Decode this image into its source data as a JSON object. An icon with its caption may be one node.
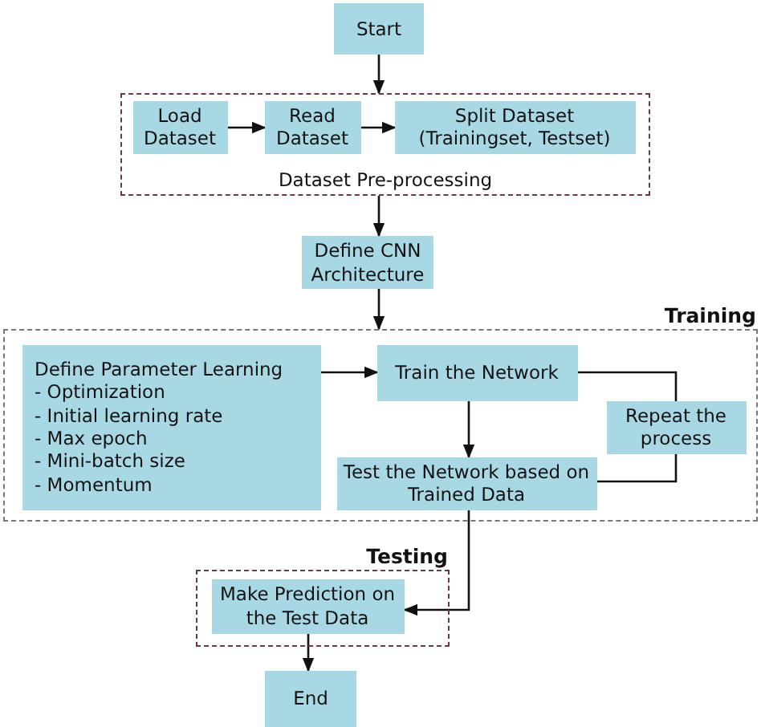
{
  "diagram": {
    "nodes": [
      {
        "text": [
          "Start"
        ]
      },
      {
        "text": [
          "Dataset Pre-processing"
        ]
      },
      {
        "text": [
          "Load Dataset"
        ],
        "in": 1
      },
      {
        "text": [
          "Read Dataset"
        ],
        "in": 1
      },
      {
        "text": [
          "Split Dataset (Trainingset, Testset)"
        ],
        "in": 1
      },
      {
        "text": [
          "Define CNN Architecture"
        ]
      },
      {
        "text": [
          "Training"
        ]
      },
      {
        "text": [
          "Define Parameter Learning",
          "- Optimization",
          "- Initial learning rate",
          "- Max epoch",
          "- Mini-batch size",
          "- Momentum"
        ],
        "in": 6
      },
      {
        "text": [
          "Train the Network"
        ],
        "in": 6
      },
      {
        "text": [
          "Repeat the process"
        ],
        "in": 6
      },
      {
        "text": [
          "Test the Network based on Trained Data"
        ],
        "in": 6
      },
      {
        "text": [
          "Testing"
        ]
      },
      {
        "text": [
          "Make Prediction on the Test Data"
        ],
        "in": 11
      },
      {
        "text": [
          "End"
        ]
      }
    ],
    "edges": [
      {
        "from": 0,
        "to": 1,
        "arrow": "to"
      },
      {
        "from": 2,
        "to": 3,
        "arrow": "to"
      },
      {
        "from": 3,
        "to": 4,
        "arrow": "to"
      },
      {
        "from": 1,
        "to": 5,
        "arrow": "to"
      },
      {
        "from": 5,
        "to": 6,
        "arrow": "to"
      },
      {
        "from": 7,
        "to": 8,
        "arrow": "to"
      },
      {
        "from": 8,
        "to": 10,
        "arrow": "to"
      },
      {
        "from": 8,
        "to": 9,
        "arrow": "none"
      },
      {
        "from": 9,
        "to": 10,
        "arrow": "none"
      },
      {
        "from": 10,
        "to": 12,
        "arrow": "to"
      },
      {
        "from": 12,
        "to": 13,
        "arrow": "to"
      }
    ]
  }
}
